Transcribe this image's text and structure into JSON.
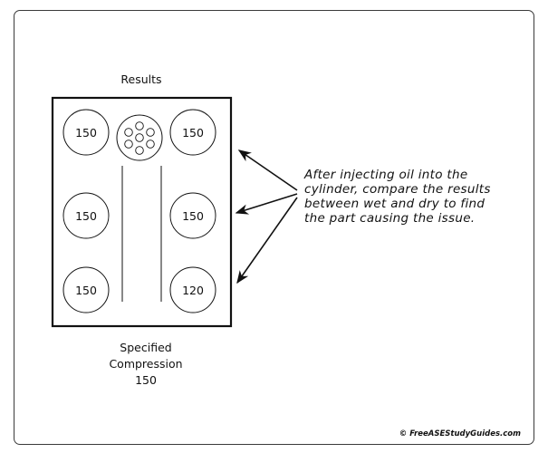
{
  "title": "Results",
  "cylinders": {
    "top_left": "150",
    "top_right": "150",
    "middle_left": "150",
    "middle_right": "150",
    "bottom_left": "150",
    "bottom_right": "120"
  },
  "specified": {
    "line1": "Specified",
    "line2": "Compression",
    "line3": "150"
  },
  "callout": {
    "line1": "After injecting oil into the",
    "line2": "cylinder, compare the results",
    "line3": "between wet and dry to find",
    "line4": "the part causing the issue."
  },
  "copyright": "© FreeASEStudyGuides.com",
  "icons": {
    "engine_block": "rectangle-outline",
    "gauge": "gauge-circle-icon"
  }
}
